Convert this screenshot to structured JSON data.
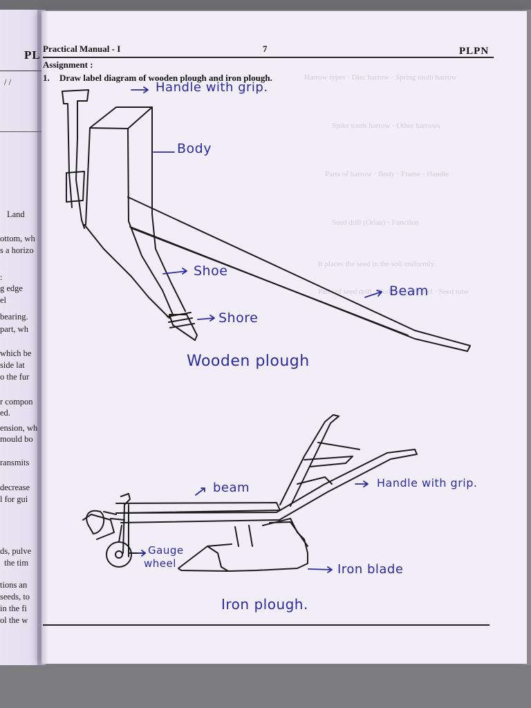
{
  "header": {
    "left": "Practical Manual - I",
    "page_number": "7",
    "right": "PLPN",
    "left_page_code": "PL"
  },
  "assignment": {
    "heading": "Assignment :",
    "number": "1.",
    "question": "Draw label diagram of wooden plough and iron plough."
  },
  "left_page": {
    "lines": [
      "/   /",
      "Land",
      "ottom, wh",
      "s a horizo",
      ":",
      "g edge",
      "el",
      "bearing.",
      "part, wh",
      "which be",
      "side lat",
      "o the fur",
      "r compon",
      "ed.",
      "ension, wh",
      "mould bo",
      "ransmits",
      "decrease",
      "l for gui",
      "ds, pulve",
      "the tim",
      "tions an",
      "seeds, to",
      "in the fi",
      "ol the w"
    ]
  },
  "wooden_plough": {
    "labels": {
      "handle": "Handle with grip.",
      "body": "Body",
      "shoe": "Shoe",
      "shore": "Shore",
      "beam": "Beam"
    },
    "caption": "Wooden plough"
  },
  "iron_plough": {
    "labels": {
      "beam": "beam",
      "handle": "Handle with grip.",
      "gauge": "Gauge",
      "wheel": "wheel",
      "blade": "Iron blade"
    },
    "caption": "Iron plough."
  },
  "colors": {
    "ink": "#2b2a9c",
    "paper": "#f1eef8",
    "pencil": "#1a1a1a"
  }
}
